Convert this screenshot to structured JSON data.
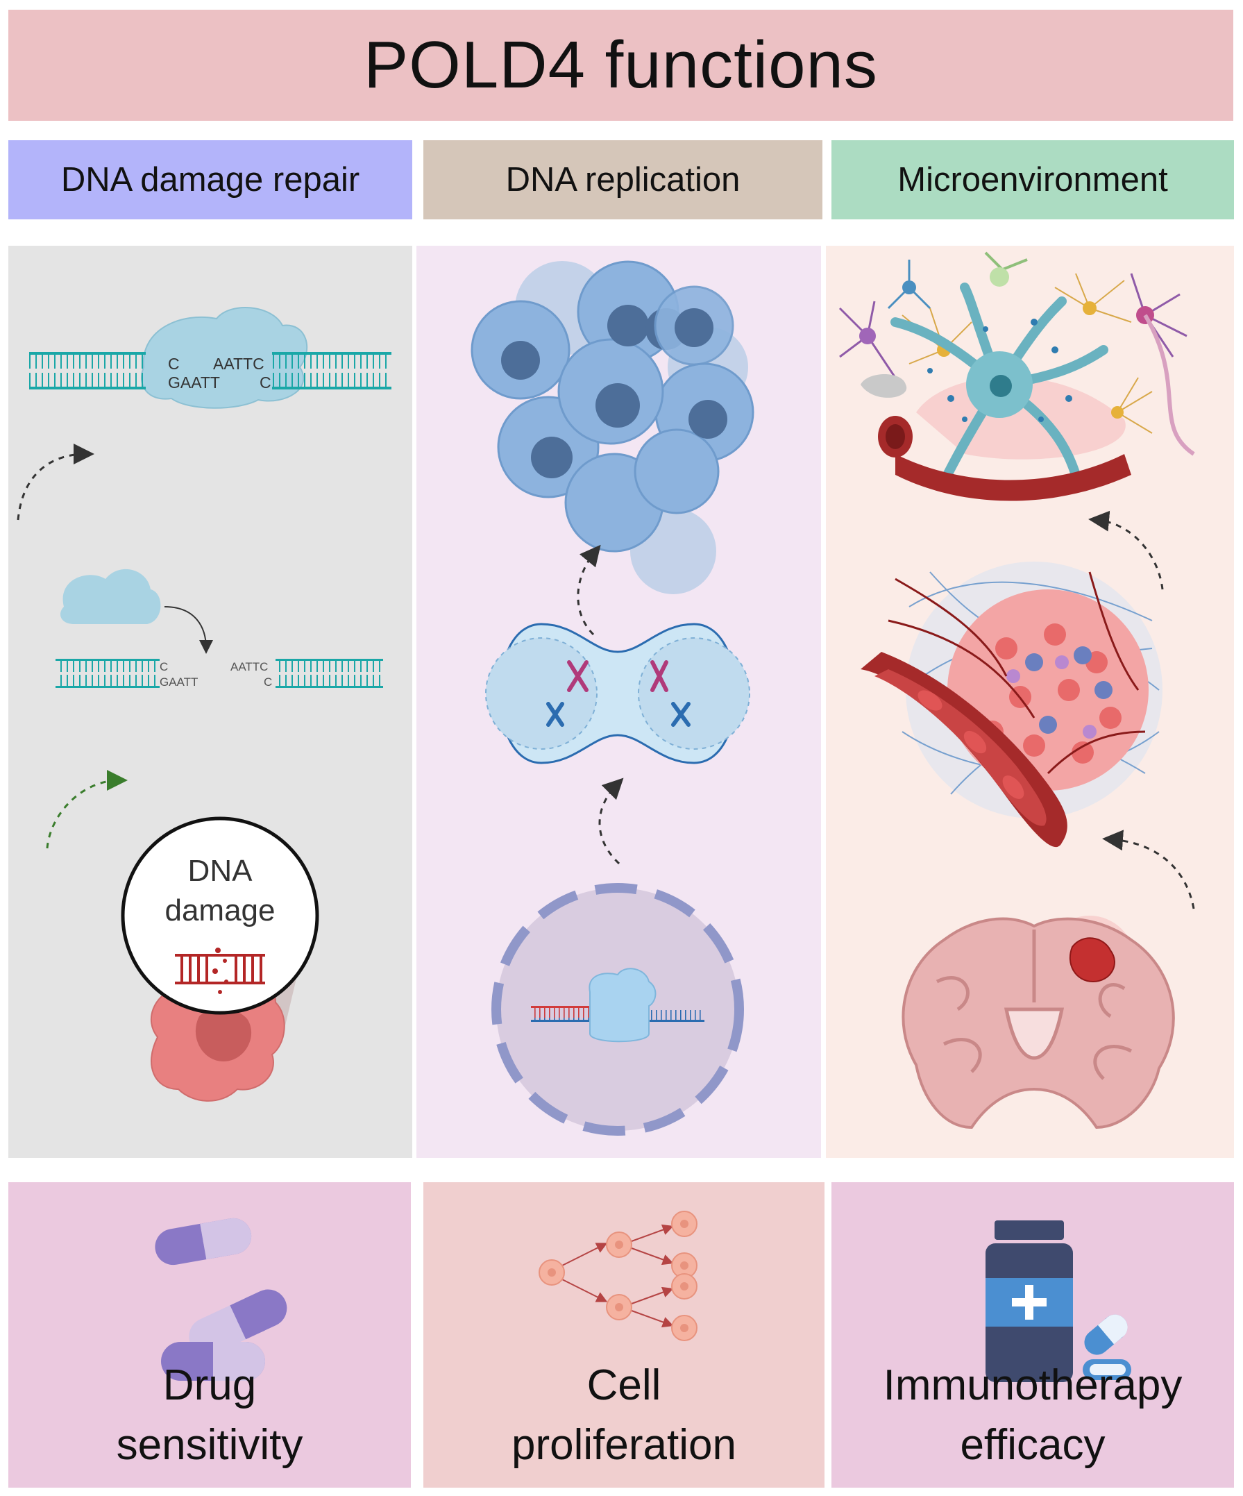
{
  "title": "POLD4 functions",
  "colors": {
    "title_bg": "#ecc1c4",
    "repair_head": "#b3b4fa",
    "replication_head": "#d5c6b9",
    "micro_head": "#acdcc2",
    "repair_panel": "#e4e4e4",
    "replication_panel": "#f3e6f3",
    "micro_panel": "#fbece7",
    "outcome_bg": "#ebc9df",
    "outcome_mid_bg": "#f0cfcf"
  },
  "columns": [
    {
      "header": "DNA damage repair",
      "panel": {
        "top_strand_left": "C",
        "top_strand_right": "AATTC",
        "bottom_strand_left": "GAATT",
        "bottom_strand_right": "C",
        "mid_strand_left_top": "C",
        "mid_strand_left_bottom": "GAATT",
        "mid_strand_right_top": "AATTC",
        "mid_strand_right_bottom": "C",
        "circle_line1": "DNA",
        "circle_line2": "damage"
      },
      "outcome": {
        "line1": "Drug",
        "line2": "sensitivity",
        "icon": "pill-capsules-icon"
      }
    },
    {
      "header": "DNA replication",
      "outcome": {
        "line1": "Cell",
        "line2": "proliferation",
        "icon": "cell-division-tree-icon"
      }
    },
    {
      "header": "Microenvironment",
      "outcome": {
        "line1": "Immunotherapy",
        "line2": "efficacy",
        "icon": "medicine-bottle-icon"
      }
    }
  ]
}
